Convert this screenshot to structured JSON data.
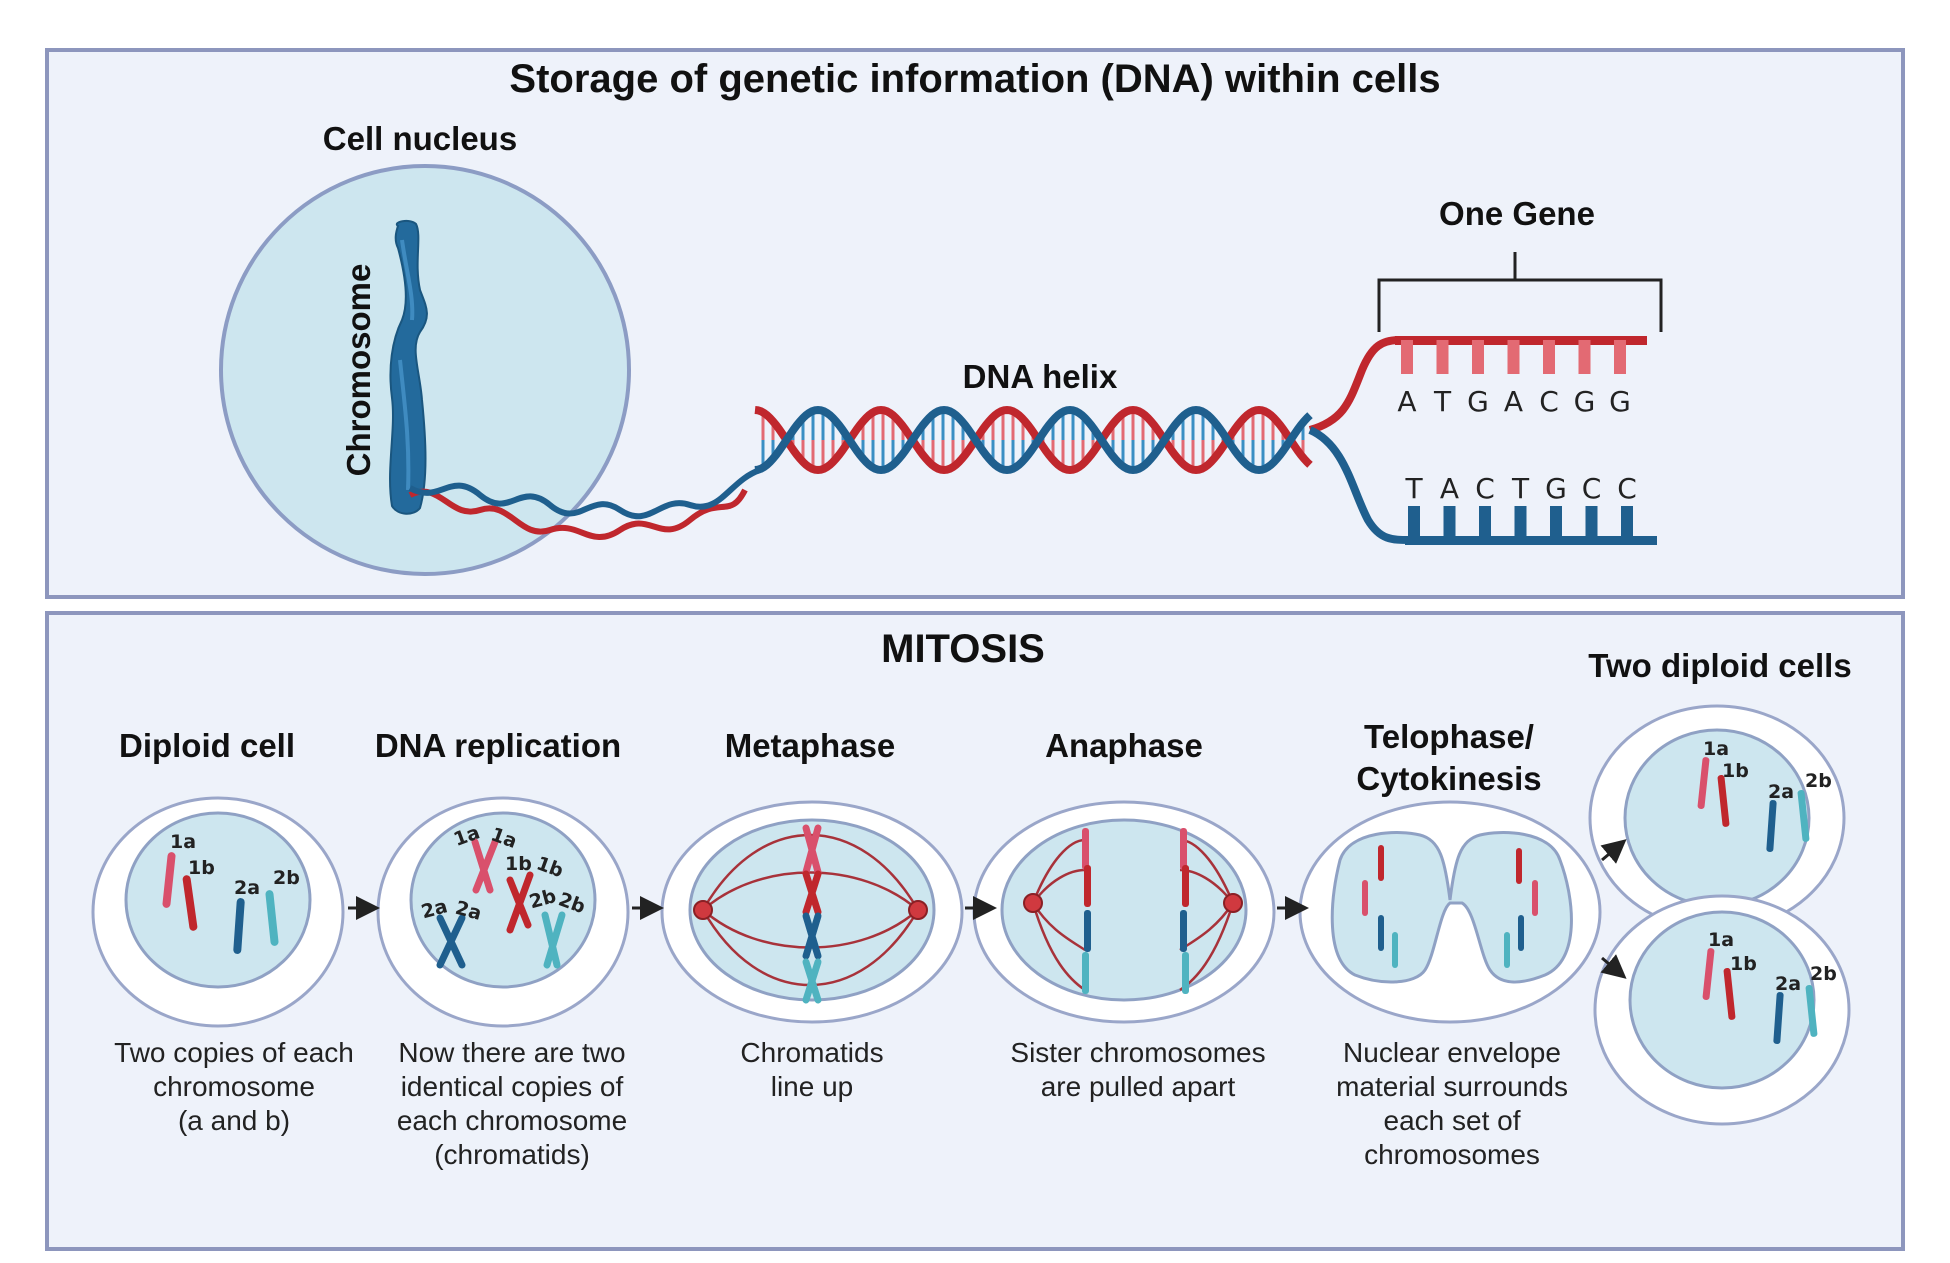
{
  "top_panel": {
    "title": "Storage of genetic information (DNA) within cells",
    "nucleus_label": "Cell nucleus",
    "chromosome_label": "Chromosome",
    "helix_label": "DNA helix",
    "gene_label": "One Gene",
    "top_strand": [
      "A",
      "T",
      "G",
      "A",
      "C",
      "G",
      "G"
    ],
    "bottom_strand": [
      "T",
      "A",
      "C",
      "T",
      "G",
      "C",
      "C"
    ]
  },
  "mitosis": {
    "title": "MITOSIS",
    "stages": [
      {
        "label": "Diploid cell",
        "caption": [
          "Two copies of each",
          "chromosome",
          "(a and b)"
        ]
      },
      {
        "label": "DNA replication",
        "caption": [
          "Now there are two",
          "identical copies of",
          "each chromosome",
          "(chromatids)"
        ]
      },
      {
        "label": "Metaphase",
        "caption": [
          "Chromatids",
          "line up"
        ]
      },
      {
        "label": "Anaphase",
        "caption": [
          "Sister chromosomes",
          "are pulled apart"
        ]
      },
      {
        "label_lines": [
          "Telophase/",
          "Cytokinesis"
        ],
        "caption": [
          "Nuclear envelope",
          "material surrounds",
          "each set of",
          "chromosomes"
        ]
      }
    ],
    "result_label": "Two diploid cells",
    "chromosome_tags": {
      "a1": "1a",
      "b1": "1b",
      "a2": "2a",
      "b2": "2b"
    }
  },
  "colors": {
    "panel_bg": "#eef2fa",
    "panel_border": "#8d96bd",
    "red_strand": "#c0272d",
    "blue_strand": "#1f5f8e",
    "cell_fill": "#cde6ef",
    "chromosome_blue": "#2b73a6",
    "pink": "#d9506c",
    "teal": "#4fb3c0"
  }
}
